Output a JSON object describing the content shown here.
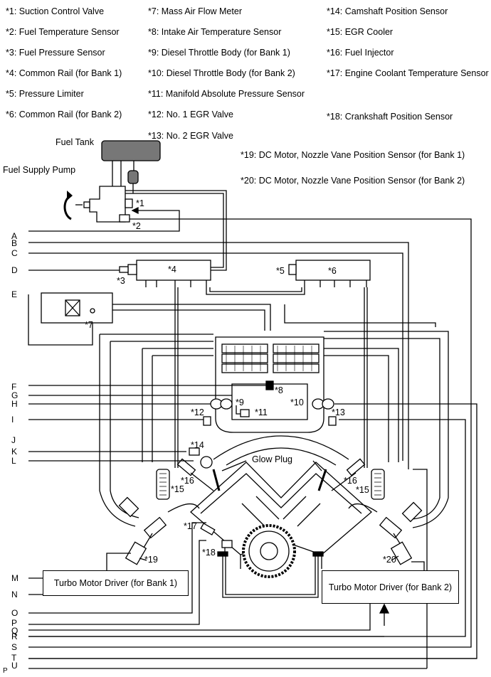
{
  "legend": [
    {
      "id": "l1",
      "text": "*1: Suction Control Valve"
    },
    {
      "id": "l2",
      "text": "*2: Fuel Temperature Sensor"
    },
    {
      "id": "l3",
      "text": "*3: Fuel Pressure Sensor"
    },
    {
      "id": "l4",
      "text": "*4: Common Rail (for Bank 1)"
    },
    {
      "id": "l5",
      "text": "*5: Pressure Limiter"
    },
    {
      "id": "l6",
      "text": "*6: Common Rail (for Bank 2)"
    },
    {
      "id": "l7",
      "text": "*7: Mass Air Flow Meter"
    },
    {
      "id": "l8",
      "text": "*8: Intake Air Temperature Sensor"
    },
    {
      "id": "l9",
      "text": "*9: Diesel Throttle Body (for Bank 1)"
    },
    {
      "id": "l10",
      "text": "*10: Diesel Throttle Body (for Bank 2)"
    },
    {
      "id": "l11",
      "text": "*11: Manifold Absolute Pressure Sensor"
    },
    {
      "id": "l12",
      "text": "*12: No. 1 EGR Valve"
    },
    {
      "id": "l13",
      "text": "*13: No. 2 EGR Valve"
    },
    {
      "id": "l14",
      "text": "*14: Camshaft Position Sensor"
    },
    {
      "id": "l15",
      "text": "*15: EGR Cooler"
    },
    {
      "id": "l16",
      "text": "*16: Fuel Injector"
    },
    {
      "id": "l17",
      "text": "*17: Engine Coolant Temperature Sensor"
    },
    {
      "id": "l18",
      "text": "*18: Crankshaft Position Sensor"
    },
    {
      "id": "l19",
      "text": "*19: DC Motor, Nozzle Vane Position Sensor (for Bank 1)"
    },
    {
      "id": "l20",
      "text": "*20: DC Motor, Nozzle Vane Position Sensor (for Bank 2)"
    }
  ],
  "components": {
    "fuel_tank": "Fuel Tank",
    "fuel_supply_pump": "Fuel Supply Pump",
    "glow_plug": "Glow Plug",
    "turbo_bank1": "Turbo Motor Driver (for Bank 1)",
    "turbo_bank2": "Turbo Motor Driver (for Bank 2)"
  },
  "callouts": {
    "c1": "*1",
    "c2": "*2",
    "c3": "*3",
    "c4": "*4",
    "c5": "*5",
    "c6": "*6",
    "c7": "*7",
    "c8": "*8",
    "c9": "*9",
    "c10": "*10",
    "c11": "*11",
    "c12": "*12",
    "c13": "*13",
    "c14": "*14",
    "c15a": "*15",
    "c15b": "*15",
    "c16a": "*16",
    "c16b": "*16",
    "c17": "*17",
    "c18": "*18",
    "c19": "*19",
    "c20": "*20"
  },
  "signals": {
    "A": "A",
    "B": "B",
    "C": "C",
    "D": "D",
    "E": "E",
    "F": "F",
    "G": "G",
    "H": "H",
    "I": "I",
    "J": "J",
    "K": "K",
    "L": "L",
    "M": "M",
    "N": "N",
    "O": "O",
    "P": "P",
    "Q": "Q",
    "R": "R",
    "S": "S",
    "T": "T",
    "U": "U"
  },
  "footer": {
    "code": "P"
  }
}
